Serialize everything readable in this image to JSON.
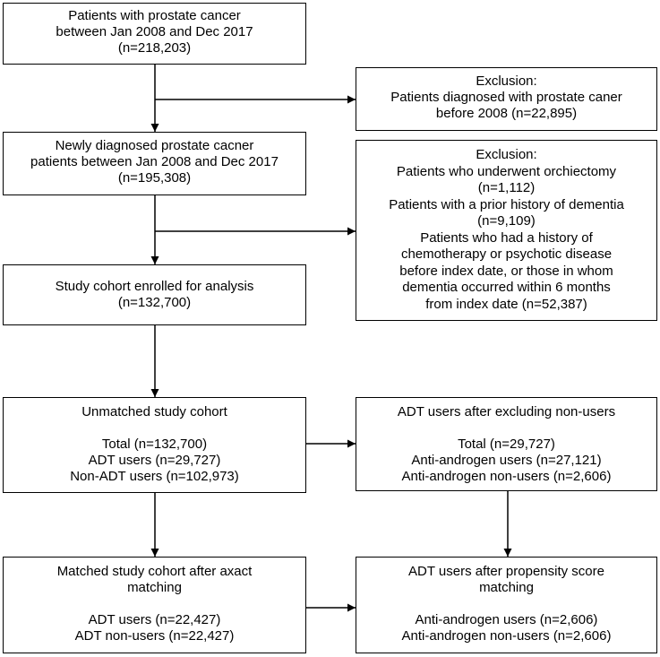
{
  "boxes": {
    "initial": [
      "Patients with prostate cancer",
      "between Jan 2008 and Dec 2017",
      "(n=218,203)"
    ],
    "exclusion1": [
      "Exclusion:",
      "Patients diagnosed with prostate caner",
      "before 2008 (n=22,895)"
    ],
    "newly_diagnosed": [
      "Newly diagnosed prostate cacner",
      "patients between Jan 2008 and Dec 2017",
      "(n=195,308)"
    ],
    "exclusion2": [
      "Exclusion:",
      "Patients who underwent orchiectomy",
      "(n=1,112)",
      "Patients with a prior history of dementia",
      "(n=9,109)",
      "Patients who had a history of",
      "chemotherapy or psychotic disease",
      "before index date, or those in whom",
      "dementia occurred within 6 months",
      "from index date (n=52,387)"
    ],
    "study_cohort": [
      "Study cohort enrolled for analysis",
      "(n=132,700)"
    ],
    "unmatched": [
      "Unmatched study cohort",
      "",
      "Total (n=132,700)",
      "ADT users (n=29,727)",
      "Non-ADT users (n=102,973)"
    ],
    "adt_after_excl": [
      "ADT users after excluding non-users",
      "",
      "Total (n=29,727)",
      "Anti-androgen users (n=27,121)",
      "Anti-androgen non-users (n=2,606)"
    ],
    "matched": [
      "Matched study cohort after axact",
      "matching",
      "",
      "ADT users (n=22,427)",
      "ADT non-users (n=22,427)"
    ],
    "adt_propensity": [
      "ADT users after propensity score",
      "matching",
      "",
      "Anti-androgen users (n=2,606)",
      "Anti-androgen non-users (n=2,606)"
    ]
  }
}
